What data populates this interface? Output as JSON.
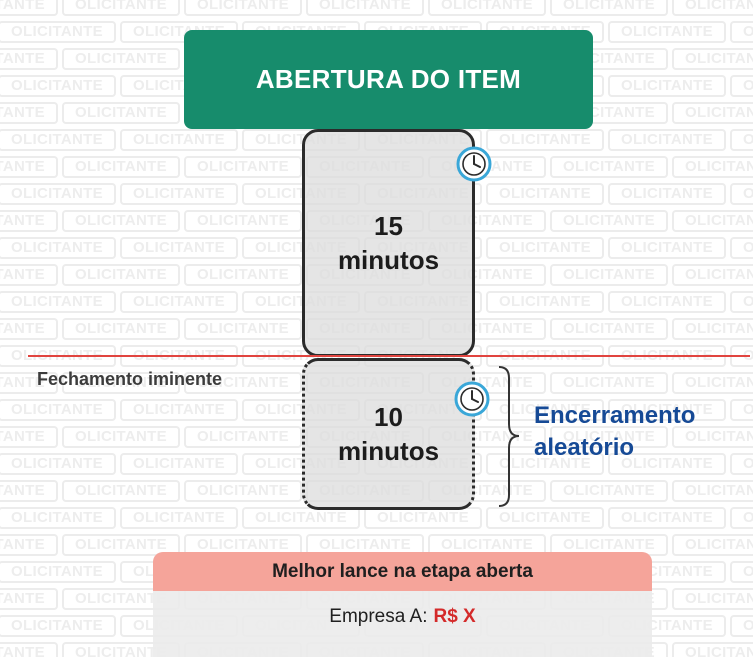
{
  "watermark": {
    "text": "OLICITANTE"
  },
  "header": {
    "title": "ABERTURA DO ITEM"
  },
  "phase_open": {
    "duration_number": "15",
    "duration_unit": "minutos",
    "icon": "clock-icon"
  },
  "phase_close": {
    "duration_number": "10",
    "duration_unit": "minutos",
    "icon": "clock-icon"
  },
  "imminent": {
    "label": "Fechamento iminente"
  },
  "random_closing": {
    "line1": "Encerramento",
    "line2": "aleatório"
  },
  "best_bid": {
    "title": "Melhor lance na etapa aberta",
    "company_label": "Empresa A:",
    "value": "R$ X"
  },
  "colors": {
    "header_green": "#178c6c",
    "separator_red": "#e1443f",
    "random_blue": "#164a96",
    "bid_title_bg": "#f5a49a",
    "bid_value_red": "#d42a2a",
    "clock_blue": "#3aa7d8"
  }
}
